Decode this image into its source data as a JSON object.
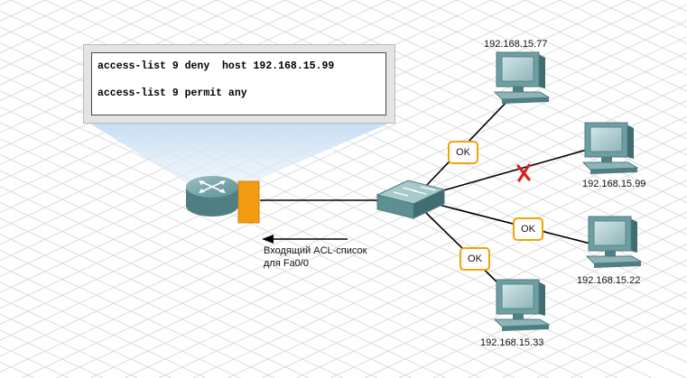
{
  "acl": {
    "lines": [
      "access-list 9 deny  host 192.168.15.99",
      "access-list 9 permit any"
    ]
  },
  "hosts": [
    {
      "id": "h77",
      "ip": "192.168.15.77"
    },
    {
      "id": "h99",
      "ip": "192.168.15.99"
    },
    {
      "id": "h22",
      "ip": "192.168.15.22"
    },
    {
      "id": "h33",
      "ip": "192.168.15.33"
    }
  ],
  "badges": {
    "ok_label": "OK",
    "blocked_mark": "x-mark-icon"
  },
  "note": {
    "line1": "Входящий ACL-список",
    "line2": "для Fa0/0"
  },
  "colors": {
    "device_teal": "#5e8f93",
    "interface_orange": "#f39c12",
    "ok_border": "#f2a20a",
    "blocked_red": "#d62222",
    "highlight_blue": "#cfe3f4"
  }
}
